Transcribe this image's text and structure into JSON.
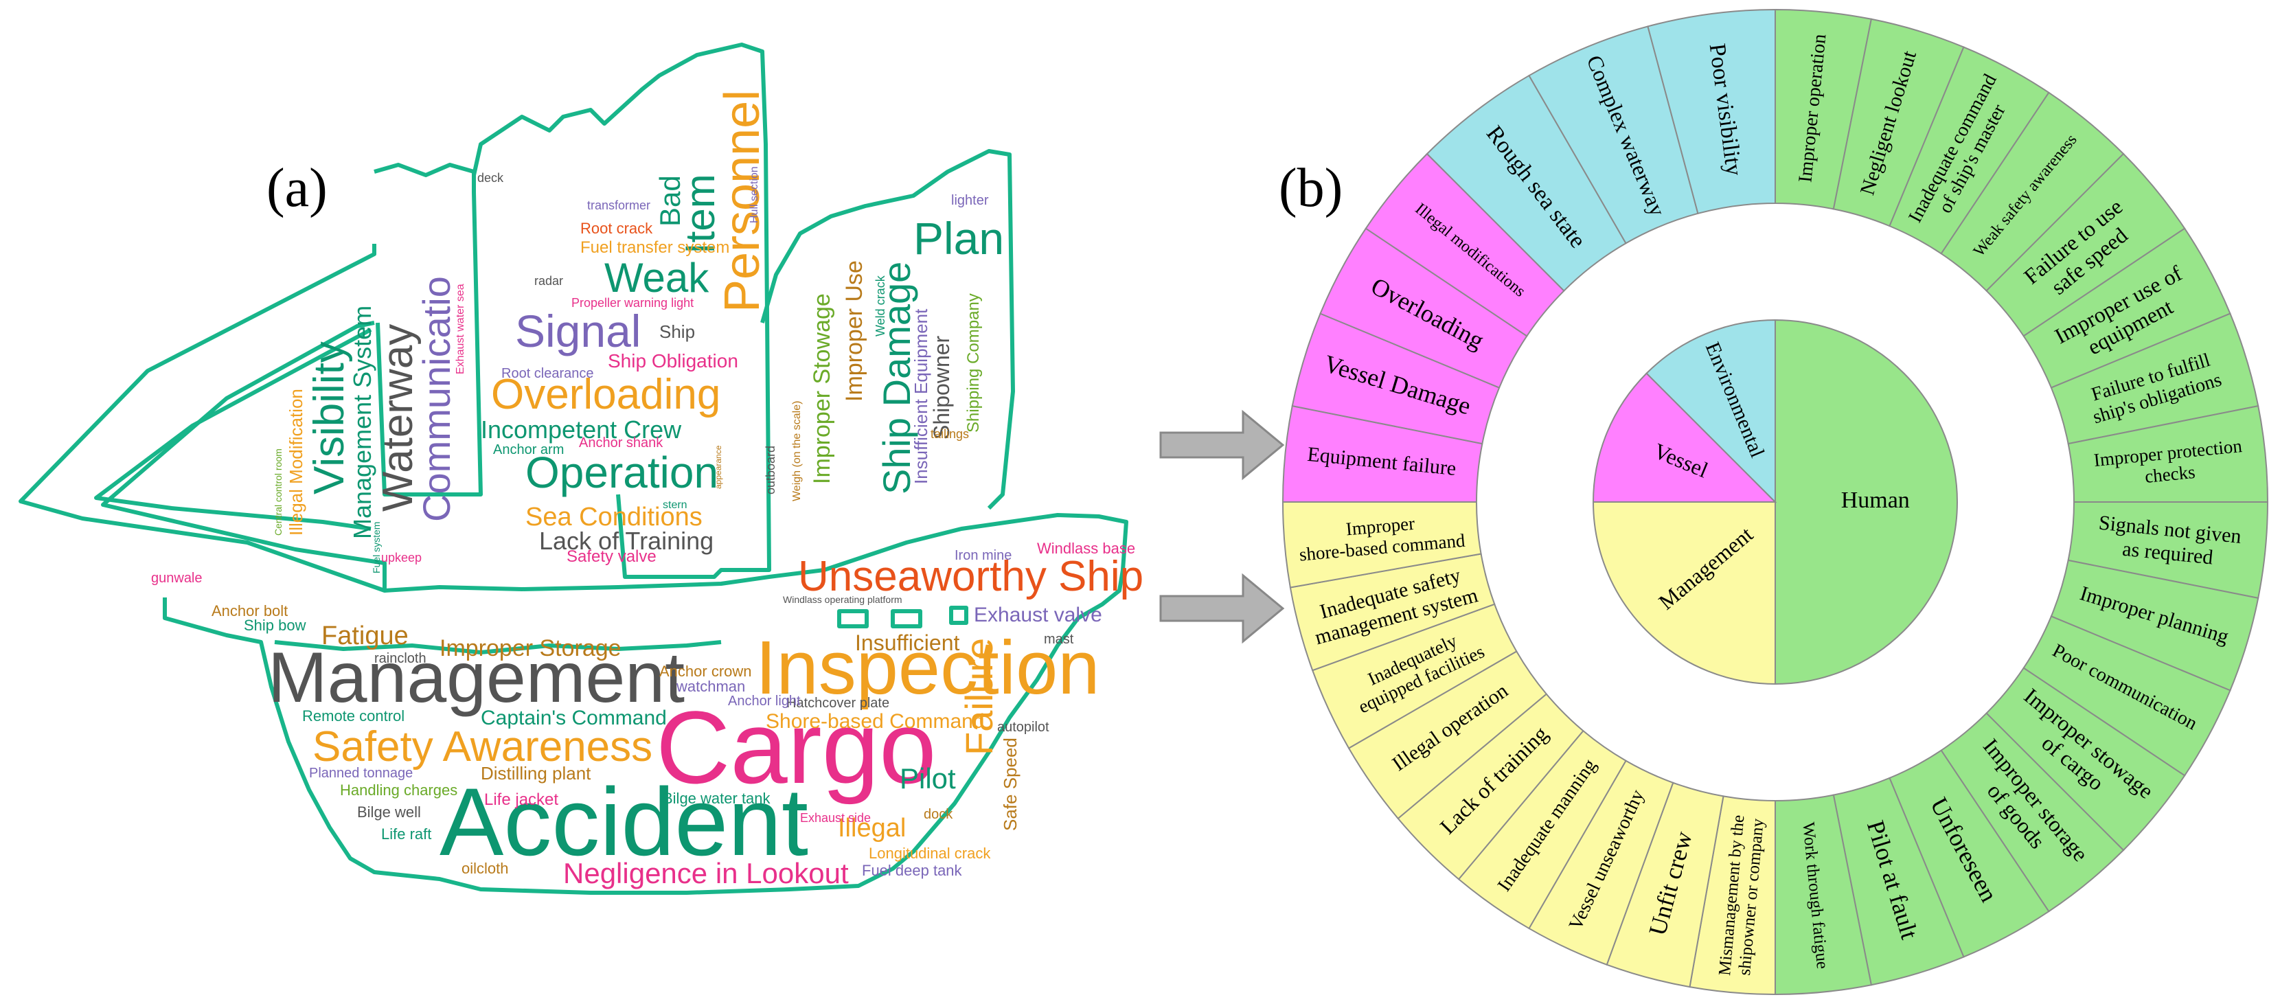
{
  "panel_a": {
    "label": "(a)",
    "outline_color": "#18b58a",
    "words": [
      {
        "text": "Management",
        "color": "#545454"
      },
      {
        "text": "Cargo",
        "color": "#e8308a"
      },
      {
        "text": "Accident",
        "color": "#0d9670"
      },
      {
        "text": "Inspection",
        "color": "#f0a020"
      },
      {
        "text": "Unseaworthy Ship",
        "color": "#e8521a"
      },
      {
        "text": "Safety Awareness",
        "color": "#f0a020"
      },
      {
        "text": "Negligence in Lookout",
        "color": "#e8308a"
      },
      {
        "text": "Operation",
        "color": "#0d9670"
      },
      {
        "text": "Overloading",
        "color": "#f0a020"
      },
      {
        "text": "Signal",
        "color": "#7a66b8"
      },
      {
        "text": "Weak",
        "color": "#0d9670"
      },
      {
        "text": "Personnel",
        "color": "#f0a020"
      },
      {
        "text": "Item",
        "color": "#0d9670"
      },
      {
        "text": "Plan",
        "color": "#0d9670"
      },
      {
        "text": "Ship Damage",
        "color": "#0d9670"
      },
      {
        "text": "Visibility",
        "color": "#0d9670"
      },
      {
        "text": "Waterway",
        "color": "#545454"
      },
      {
        "text": "Communicatio",
        "color": "#7a66b8"
      },
      {
        "text": "Management System",
        "color": "#0d9670"
      },
      {
        "text": "Fatigue",
        "color": "#b87a1a"
      },
      {
        "text": "Improper Storage",
        "color": "#b87a1a"
      },
      {
        "text": "Failure",
        "color": "#f0a020"
      },
      {
        "text": "Pilot",
        "color": "#0d9670"
      },
      {
        "text": "Illegal",
        "color": "#f0a020"
      },
      {
        "text": "Incompetent Crew",
        "color": "#0d9670"
      },
      {
        "text": "Sea Conditions",
        "color": "#f0a020"
      },
      {
        "text": "Lack of Training",
        "color": "#545454"
      },
      {
        "text": "Safety valve",
        "color": "#e8308a"
      },
      {
        "text": "Captain's Command",
        "color": "#0d9670"
      },
      {
        "text": "Shore-based Command",
        "color": "#f0a020"
      },
      {
        "text": "Insufficient",
        "color": "#b87a1a"
      },
      {
        "text": "Exhaust valve",
        "color": "#7a66b8"
      },
      {
        "text": "Improper Stowage",
        "color": "#6aaa28"
      },
      {
        "text": "Improper Use",
        "color": "#b87a1a"
      },
      {
        "text": "Shipowner",
        "color": "#545454"
      },
      {
        "text": "Shipping Company",
        "color": "#6aaa28"
      },
      {
        "text": "Insufficient Equipment",
        "color": "#7a66b8"
      },
      {
        "text": "Bad",
        "color": "#0d9670"
      },
      {
        "text": "Ship Obligation",
        "color": "#e8308a"
      },
      {
        "text": "Ship",
        "color": "#545454"
      },
      {
        "text": "Illegal Modification",
        "color": "#f0a020"
      },
      {
        "text": "Safe Speed",
        "color": "#b87a1a"
      },
      {
        "text": "Handling charges",
        "color": "#6aaa28"
      },
      {
        "text": "Life jacket",
        "color": "#e8308a"
      },
      {
        "text": "Distilling plant",
        "color": "#b87a1a"
      },
      {
        "text": "Bilge water tank",
        "color": "#0d9670"
      },
      {
        "text": "Hatchcover plate",
        "color": "#545454"
      },
      {
        "text": "Anchor light",
        "color": "#7a66b8"
      },
      {
        "text": "Anchor crown",
        "color": "#b87a1a"
      },
      {
        "text": "watchman",
        "color": "#7a66b8"
      },
      {
        "text": "Remote control",
        "color": "#0d9670"
      },
      {
        "text": "raincloth",
        "color": "#545454"
      },
      {
        "text": "Planned tonnage",
        "color": "#7a66b8"
      },
      {
        "text": "Bilge well",
        "color": "#545454"
      },
      {
        "text": "Life raft",
        "color": "#0d9670"
      },
      {
        "text": "oilcloth",
        "color": "#b87a1a"
      },
      {
        "text": "Fuel deep tank",
        "color": "#7a66b8"
      },
      {
        "text": "Longitudinal crack",
        "color": "#f0a020"
      },
      {
        "text": "Exhaust side",
        "color": "#e8308a"
      },
      {
        "text": "dock",
        "color": "#b87a1a"
      },
      {
        "text": "autopilot",
        "color": "#545454"
      },
      {
        "text": "mast",
        "color": "#545454"
      },
      {
        "text": "Windlass base",
        "color": "#e8308a"
      },
      {
        "text": "Iron mine",
        "color": "#7a66b8"
      },
      {
        "text": "Windlass operating platform",
        "color": "#545454"
      },
      {
        "text": "Anchor bolt",
        "color": "#b87a1a"
      },
      {
        "text": "Ship bow",
        "color": "#0d9670"
      },
      {
        "text": "gunwale",
        "color": "#e8308a"
      },
      {
        "text": "upkeep",
        "color": "#e8308a"
      },
      {
        "text": "Fuel system",
        "color": "#0d9670"
      },
      {
        "text": "Central control room",
        "color": "#6aaa28"
      },
      {
        "text": "Root clearance",
        "color": "#7a66b8"
      },
      {
        "text": "Anchor shank",
        "color": "#e8308a"
      },
      {
        "text": "Anchor arm",
        "color": "#0d9670"
      },
      {
        "text": "radar",
        "color": "#545454"
      },
      {
        "text": "Propeller warning light",
        "color": "#e8308a"
      },
      {
        "text": "Root crack",
        "color": "#e8521a"
      },
      {
        "text": "Fuel transfer system",
        "color": "#f0a020"
      },
      {
        "text": "transformer",
        "color": "#7a66b8"
      },
      {
        "text": "deck",
        "color": "#545454"
      },
      {
        "text": "Hull section",
        "color": "#7a66b8"
      },
      {
        "text": "lighter",
        "color": "#7a66b8"
      },
      {
        "text": "Weld crack",
        "color": "#0d9670"
      },
      {
        "text": "Weigh (on the scale)",
        "color": "#b87a1a"
      },
      {
        "text": "outboard",
        "color": "#545454"
      },
      {
        "text": "tailings",
        "color": "#b87a1a"
      },
      {
        "text": "appearance",
        "color": "#b87a1a"
      },
      {
        "text": "stern",
        "color": "#0d9670"
      },
      {
        "text": "Exhaust water sea",
        "color": "#e8308a"
      }
    ]
  },
  "panel_b": {
    "label": "(b)",
    "inner_categories": [
      {
        "label": "Human",
        "value": 50,
        "color": "#98e58a"
      },
      {
        "label": "Management",
        "value": 25,
        "color": "#fcfaa4"
      },
      {
        "label": "Vessel",
        "value": 12.5,
        "color": "#ff80ff"
      },
      {
        "label": "Environmental",
        "value": 12.5,
        "color": "#9fe3ea"
      }
    ],
    "outer_segments": [
      {
        "text": "Improper operation",
        "category": "Human"
      },
      {
        "text": "Negligent lookout",
        "category": "Human"
      },
      {
        "text": "Inadequate command of ship's master",
        "category": "Human"
      },
      {
        "text": "Weak safety awareness",
        "category": "Human"
      },
      {
        "text": "Failure to use safe speed",
        "category": "Human"
      },
      {
        "text": "Improper use of equipment",
        "category": "Human"
      },
      {
        "text": "Failure to fulfill ship's obligations",
        "category": "Human"
      },
      {
        "text": "Improper protection checks",
        "category": "Human"
      },
      {
        "text": "Signals not given as required",
        "category": "Human"
      },
      {
        "text": "Improper planning",
        "category": "Human"
      },
      {
        "text": "Poor communication",
        "category": "Human"
      },
      {
        "text": "Improper stowage of cargo",
        "category": "Human"
      },
      {
        "text": "Improper storage of goods",
        "category": "Human"
      },
      {
        "text": "Unforeseen",
        "category": "Human"
      },
      {
        "text": "Pilot at fault",
        "category": "Human"
      },
      {
        "text": "Work through fatigue",
        "category": "Human"
      },
      {
        "text": "Mismanagement by the shipowner or company",
        "category": "Management"
      },
      {
        "text": "Unfit crew",
        "category": "Management"
      },
      {
        "text": "Vessel unseaworthy",
        "category": "Management"
      },
      {
        "text": "Inadequate manning",
        "category": "Management"
      },
      {
        "text": "Lack of training",
        "category": "Management"
      },
      {
        "text": "Illegal operation",
        "category": "Management"
      },
      {
        "text": "Inadequately equipped facilities",
        "category": "Management"
      },
      {
        "text": "Inadequate safety management system",
        "category": "Management"
      },
      {
        "text": "Improper shore-based command",
        "category": "Management"
      },
      {
        "text": "Equipment failure",
        "category": "Vessel"
      },
      {
        "text": "Vessel Damage",
        "category": "Vessel"
      },
      {
        "text": "Overloading",
        "category": "Vessel"
      },
      {
        "text": "Illegal modifications",
        "category": "Vessel"
      },
      {
        "text": "Rough sea state",
        "category": "Environmental"
      },
      {
        "text": "Complex waterway",
        "category": "Environmental"
      },
      {
        "text": "Poor visibility",
        "category": "Environmental"
      }
    ]
  }
}
